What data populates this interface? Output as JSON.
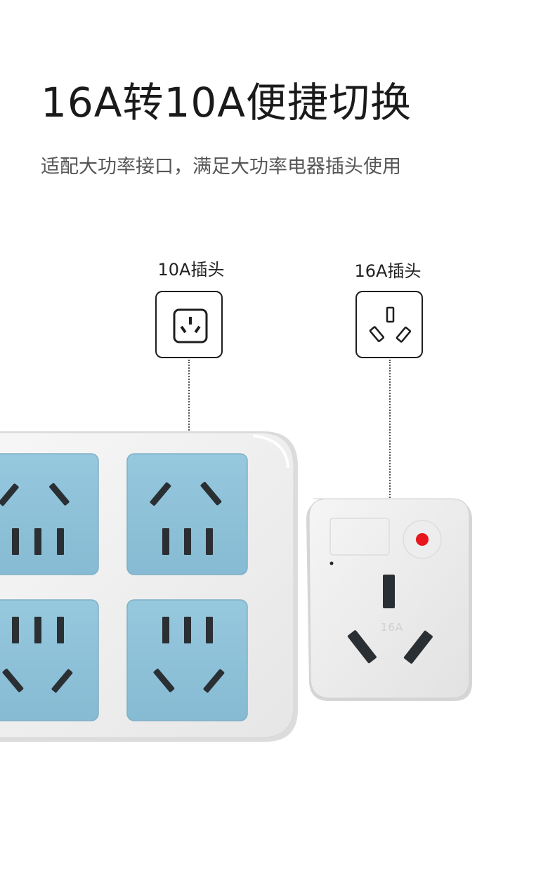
{
  "header": {
    "title": "16A转10A便捷切换",
    "subtitle": "适配大功率接口，满足大功率电器插头使用"
  },
  "plugs": {
    "plug_10a_label": "10A插头",
    "plug_16a_label": "16A插头"
  },
  "adapter": {
    "rating_marking": "16A",
    "indicator_color": "#e8161c"
  },
  "colors": {
    "socket_panel": "#8fc3da",
    "strip_body": "#f1f1f1",
    "text_dark": "#1a1a1a",
    "text_gray": "#555555"
  },
  "icons": {
    "plug_10a": "three-pin-10a-plug-icon",
    "plug_16a": "three-pin-16a-plug-icon"
  }
}
